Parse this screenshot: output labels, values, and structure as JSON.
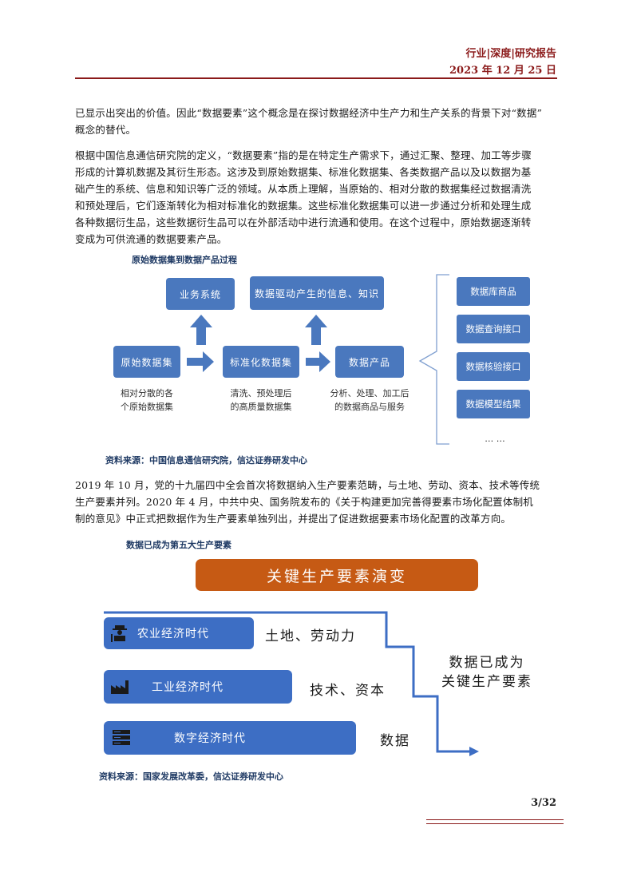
{
  "header": {
    "category": "行业|深度|研究报告",
    "date": "2023 年 12 月 25 日"
  },
  "paragraphs": {
    "p1_l1": "已显示出突出的价值。因此“数据要素”这个概念是在探讨数据经济中生产力和生产关系的背景下对“数据”",
    "p1_l2": "概念的替代。",
    "p2_l1": "根据中国信息通信研究院的定义，“数据要素”指的是在特定生产需求下，通过汇聚、整理、加工等步骤",
    "p2_l2": "形成的计算机数据及其衍生形态。这涉及到原始数据集、标准化数据集、各类数据产品以及以数据为基",
    "p2_l3": "础产生的系统、信息和知识等广泛的领域。从本质上理解，当原始的、相对分散的数据集经过数据清洗",
    "p2_l4": "和预处理后，它们逐渐转化为相对标准化的数据集。这些标准化数据集可以进一步通过分析和处理生成",
    "p2_l5": "各种数据衍生品，这些数据衍生品可以在外部活动中进行流通和使用。在这个过程中，原始数据逐渐转",
    "p2_l6": "变成为可供流通的数据要素产品。",
    "p3_l1": "2019 年 10 月，党的十九届四中全会首次将数据纳入生产要素范畴，与土地、劳动、资本、技术等传统",
    "p3_l2": "生产要素并列。2020 年 4 月，中共中央、国务院发布的《关于构建更加完善得要素市场化配置体制机",
    "p3_l3": "制的意见》中正式把数据作为生产要素单独列出，并提出了促进数据要素市场化配置的改革方向。"
  },
  "figure1": {
    "caption": "原始数据集到数据产品过程",
    "box_business": "业务系统",
    "box_info": "数据驱动产生的信息、知识",
    "box_raw": "原始数据集",
    "box_std": "标准化数据集",
    "box_product": "数据产品",
    "note_raw_1": "相对分散的各",
    "note_raw_2": "个原始数据集",
    "note_std_1": "清洗、预处理后",
    "note_std_2": "的高质量数据集",
    "note_prod_1": "分析、处理、加工后",
    "note_prod_2": "的数据商品与服务",
    "right_items": [
      "数据库商品",
      "数据查询接口",
      "数据核验接口",
      "数据模型结果"
    ],
    "ellipsis": "… …",
    "source": "资料来源：中国信息通信研究院，信达证券研发中心"
  },
  "figure2": {
    "caption": "数据已成为第五大生产要素",
    "banner": "关键生产要素演变",
    "eras": [
      {
        "label": "农业经济时代",
        "icon": "farmer-icon",
        "factor": "土地、劳动力"
      },
      {
        "label": "工业经济时代",
        "icon": "factory-icon",
        "factor": "技术、资本"
      },
      {
        "label": "数字经济时代",
        "icon": "server-icon",
        "factor": "数据"
      }
    ],
    "conclusion_1": "数据已成为",
    "conclusion_2": "关键生产要素",
    "source": "资料来源：国家发展改革委，信达证券研发中心",
    "colors": {
      "banner": "#c65a14",
      "era": "#3d6ec4",
      "arrow": "#3d6ec4"
    }
  },
  "footer": {
    "page": "3/32"
  }
}
